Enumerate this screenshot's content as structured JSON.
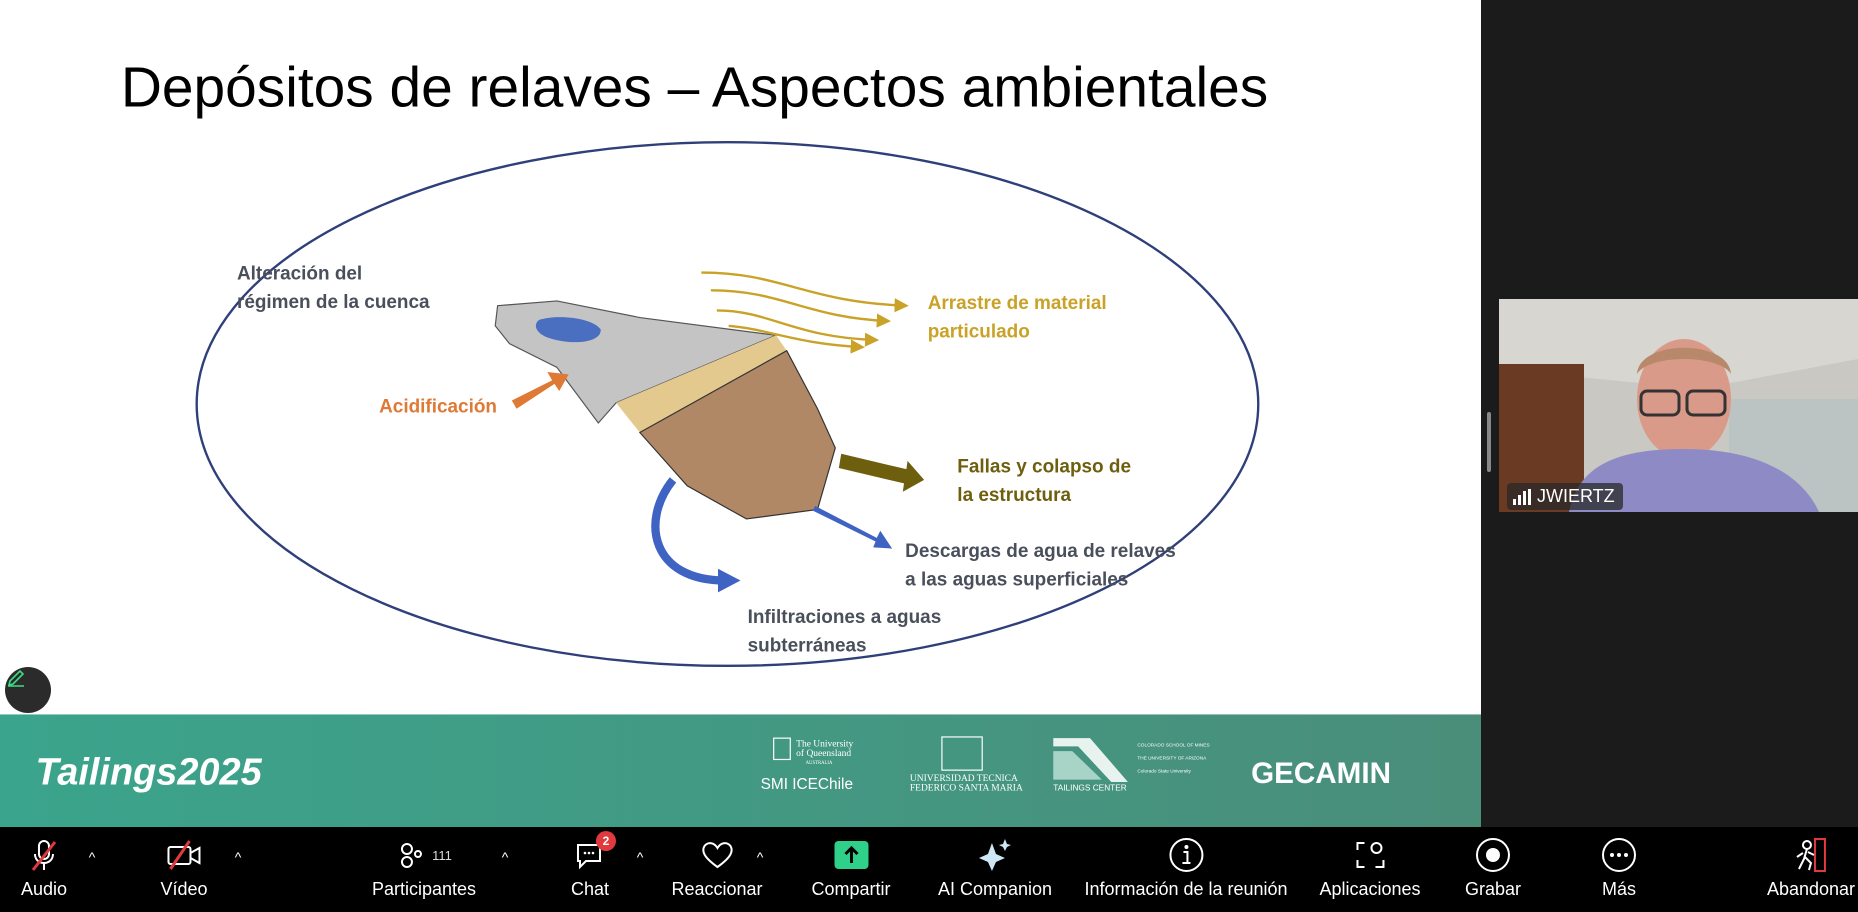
{
  "slide": {
    "title": "Depósitos de relaves – Aspectos ambientales",
    "labels": {
      "alteracion": [
        "Alteración del",
        "régimen de la cuenca"
      ],
      "arrastre": [
        "Arrastre de material",
        "particulado"
      ],
      "acidificacion": "Acidificación",
      "fallas": [
        "Fallas y colapso de",
        "la estructura"
      ],
      "descargas": [
        "Descargas de agua de relaves",
        "a las aguas superficiales"
      ],
      "infiltraciones": [
        "Infiltraciones a aguas",
        "subterráneas"
      ]
    },
    "footer": {
      "brand": "Tailings2025",
      "uq": [
        "The University",
        "of Queensland",
        "AUSTRALIA"
      ],
      "smi": "SMI ICEChile",
      "utfsm": [
        "UNIVERSIDAD TECNICA",
        "FEDERICO SANTA MARIA"
      ],
      "tailings_center": "TAILINGS CENTER",
      "partners": [
        "COLORADO SCHOOL OF MINES",
        "THE UNIVERSITY OF ARIZONA",
        "Colorado State University"
      ],
      "gecamin": "GECAMIN"
    },
    "colors": {
      "footer": "#3f9c86",
      "arrastre": "#c9a227",
      "acid": "#df7a36",
      "fallas": "#6e5f0e",
      "text": "#4a4f5c"
    }
  },
  "video": {
    "name": "JWIERTZ"
  },
  "toolbar": {
    "audio": "Audio",
    "video": "Vídeo",
    "participants": "Participantes",
    "participants_count": "111",
    "chat": "Chat",
    "chat_badge": "2",
    "react": "Reaccionar",
    "share": "Compartir",
    "ai": "AI Companion",
    "info": "Información de la reunión",
    "apps": "Aplicaciones",
    "record": "Grabar",
    "more": "Más",
    "leave": "Abandonar"
  }
}
